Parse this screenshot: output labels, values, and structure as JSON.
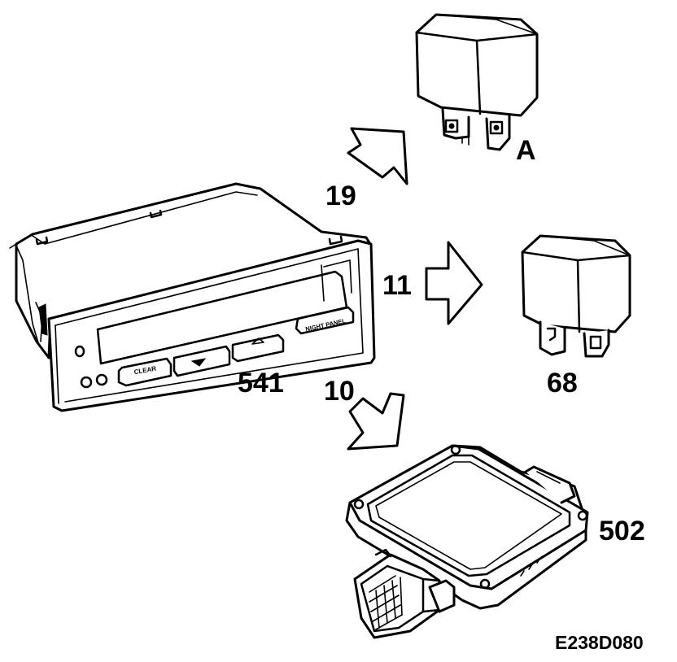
{
  "diagram": {
    "callouts": {
      "main_unit": "541",
      "relay_a": "A",
      "relay_68": "68",
      "module": "502",
      "arrow_top": "19",
      "arrow_mid": "11",
      "arrow_bottom": "10"
    },
    "panel_buttons": {
      "night_panel": "NIGHT PANEL",
      "clear": "CLEAR"
    },
    "figure_id": "E238D080"
  }
}
